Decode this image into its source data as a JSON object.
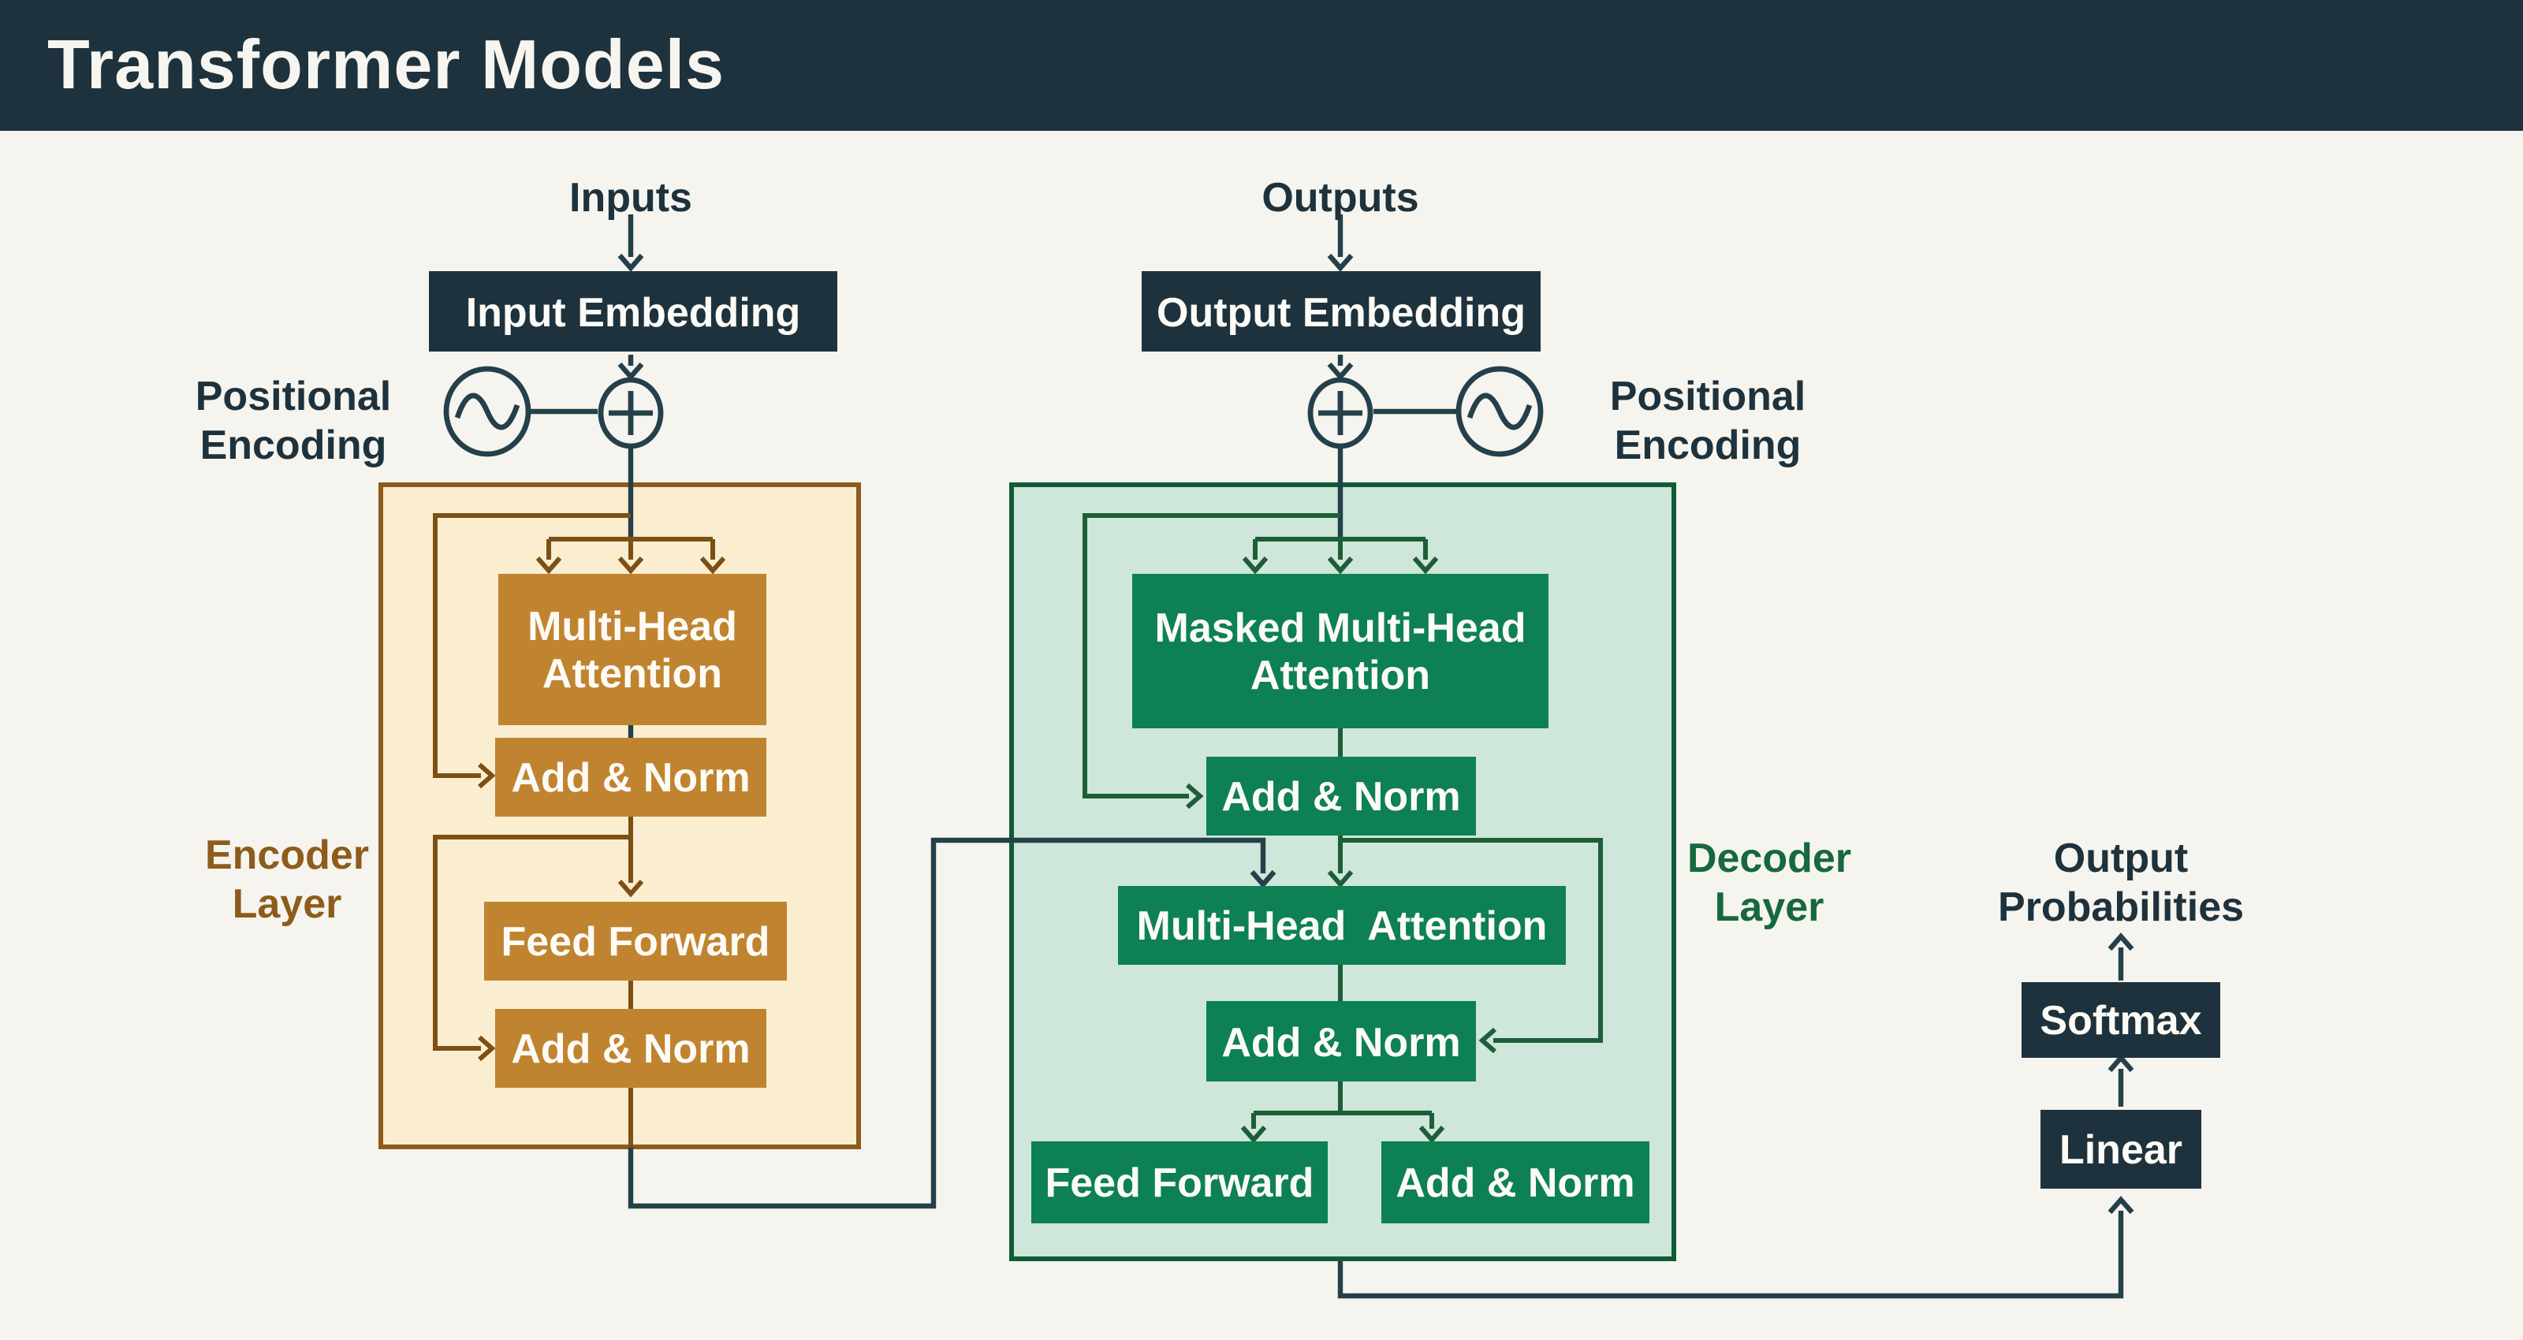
{
  "header": {
    "title": "Transformer Models"
  },
  "labels": {
    "inputs": "Inputs",
    "outputs": "Outputs",
    "positional_encoding": [
      "Positional",
      "Encoding"
    ],
    "output_probabilities": [
      "Output",
      "Probabilities"
    ]
  },
  "embeddings": {
    "input": "Input Embedding",
    "output": "Output Embedding"
  },
  "encoder": {
    "layer_label": [
      "Encoder",
      "Layer"
    ],
    "multi_head_attention": [
      "Multi-Head",
      "Attention"
    ],
    "add_norm_1": "Add & Norm",
    "feed_forward": "Feed Forward",
    "add_norm_2": "Add & Norm"
  },
  "decoder": {
    "layer_label": [
      "Decoder",
      "Layer"
    ],
    "masked_multi_head_attention": [
      "Masked Multi-Head",
      "Attention"
    ],
    "add_norm_1": "Add & Norm",
    "multi_head_attention": "Multi-Head  Attention",
    "add_norm_2": "Add & Norm",
    "feed_forward": "Feed Forward",
    "add_norm_3": "Add & Norm"
  },
  "output_stack": {
    "softmax": "Softmax",
    "linear": "Linear"
  },
  "icons": {
    "positional_encoding": "sine-wave-icon",
    "add": "circle-plus-icon"
  },
  "colors": {
    "header_bg": "#1d323d",
    "page_bg": "#f6f4ee",
    "dark_teal_line": "#24404a",
    "encoder_box": "#c08431",
    "encoder_container_fill": "#fbeed0",
    "encoder_border": "#8d5c1d",
    "encoder_line": "#7c5015",
    "decoder_box": "#0d8153",
    "decoder_container_fill": "#cfe6da",
    "decoder_border": "#0f5c36",
    "decoder_line": "#1c5e38",
    "box_text": "#fdfbf5"
  }
}
